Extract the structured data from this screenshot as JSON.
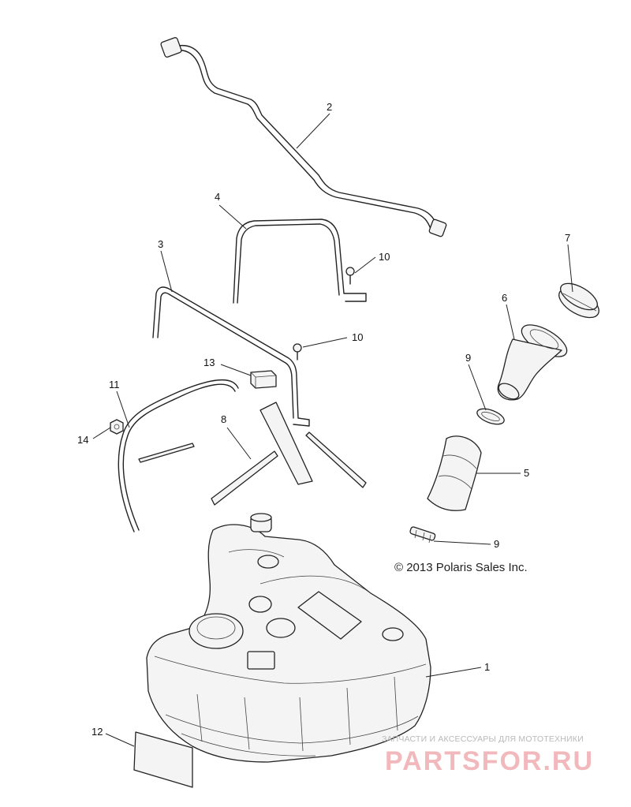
{
  "callouts": [
    {
      "id": "c1",
      "label": "1",
      "part": "Fuel tank"
    },
    {
      "id": "c2",
      "label": "2",
      "part": "Vent line"
    },
    {
      "id": "c3",
      "label": "3",
      "part": "Strap"
    },
    {
      "id": "c4",
      "label": "4",
      "part": "Strap"
    },
    {
      "id": "c5",
      "label": "5",
      "part": "Hose"
    },
    {
      "id": "c6",
      "label": "6",
      "part": "Filler neck"
    },
    {
      "id": "c7",
      "label": "7",
      "part": "Cap"
    },
    {
      "id": "c8",
      "label": "8",
      "part": "Pads"
    },
    {
      "id": "c9a",
      "label": "9",
      "part": "Clamp"
    },
    {
      "id": "c9b",
      "label": "9",
      "part": "Clamp"
    },
    {
      "id": "c10a",
      "label": "10",
      "part": "Screw"
    },
    {
      "id": "c10b",
      "label": "10",
      "part": "Screw"
    },
    {
      "id": "c11",
      "label": "11",
      "part": "Hose"
    },
    {
      "id": "c12",
      "label": "12",
      "part": "Label"
    },
    {
      "id": "c13",
      "label": "13",
      "part": "Block"
    },
    {
      "id": "c14",
      "label": "14",
      "part": "Nut"
    }
  ],
  "copyright": "© 2013 Polaris Sales Inc.",
  "watermark": {
    "subtitle": "ЗАПЧАСТИ И АКСЕССУАРЫ ДЛЯ МОТОТЕХНИКИ",
    "brand": "PARTSFOR.RU"
  },
  "colors": {
    "line": "#222222",
    "watermark_main": "#f2b9bd",
    "watermark_sub": "#b9b9b9"
  }
}
